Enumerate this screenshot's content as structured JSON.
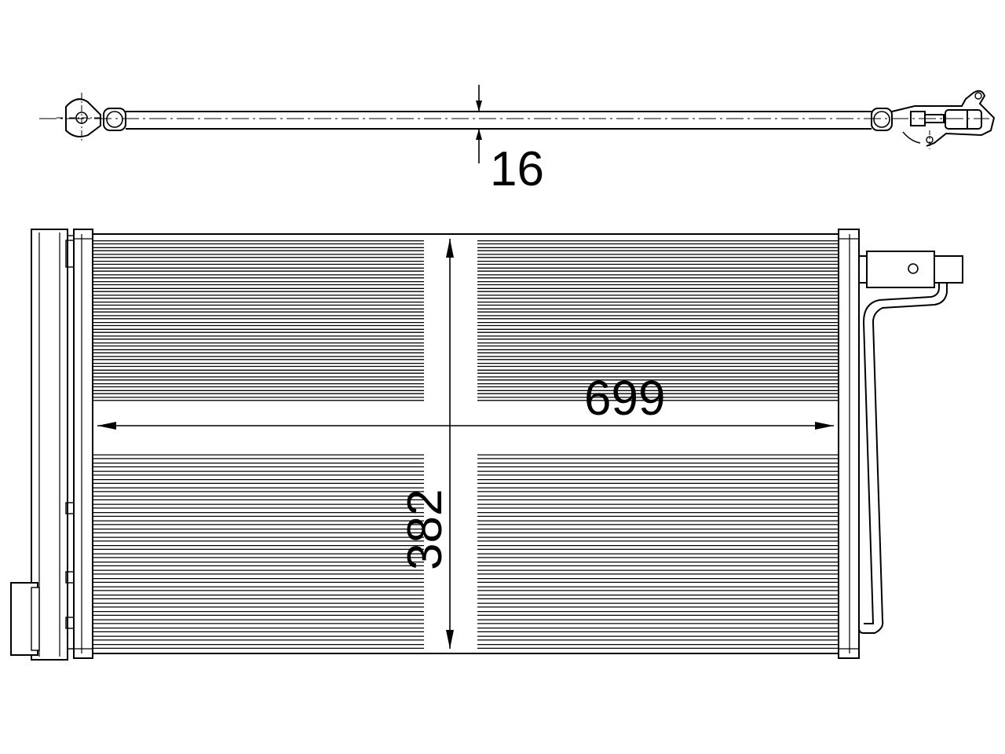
{
  "dimensions": {
    "thickness": "16",
    "width": "699",
    "height": "382"
  },
  "colors": {
    "line": "#000000",
    "fill": "#ffffff"
  },
  "core": {
    "upper_tube_count": 24,
    "lower_tube_count": 24
  }
}
